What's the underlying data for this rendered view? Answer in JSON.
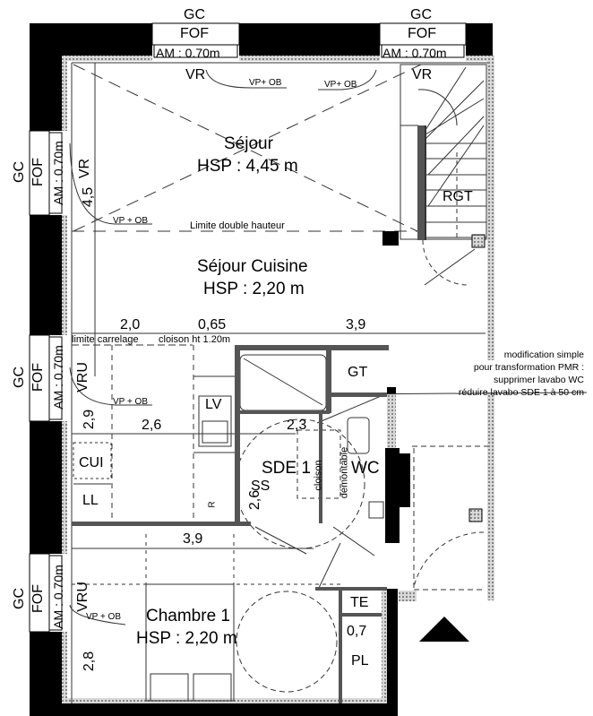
{
  "plan": {
    "colors": {
      "wall": "#000000",
      "insulation": "#9a9a9a",
      "line": "#333333",
      "background": "#ffffff"
    },
    "windows": [
      {
        "id": "top-left",
        "labels": [
          "GC",
          "FOF",
          "AM : 0.70m",
          "VR"
        ]
      },
      {
        "id": "top-right",
        "labels": [
          "GC",
          "FOF",
          "AM : 0.70m",
          "VR"
        ]
      },
      {
        "id": "left-sejour",
        "labels": [
          "GC",
          "FOF",
          "AM : 0.70m",
          "VR"
        ]
      },
      {
        "id": "left-cuisine",
        "labels": [
          "GC",
          "FOF",
          "AM : 0.70m",
          "VRU"
        ]
      },
      {
        "id": "left-chambre",
        "labels": [
          "GC",
          "FOF",
          "AM : 0.70m",
          "VRU"
        ]
      }
    ],
    "window_labels": {
      "gc": "GC",
      "fof": "FOF",
      "am": "AM : 0.70m",
      "vr": "VR",
      "vru": "VRU",
      "vp_ob": "VP+ OB",
      "vp_ob_spaced": "VP + OB"
    },
    "rooms": {
      "sejour": {
        "name": "Séjour",
        "hsp": "HSP : 4,45 m"
      },
      "sejour_cuisine": {
        "name": "Séjour Cuisine",
        "hsp": "HSP : 2,20 m"
      },
      "chambre": {
        "name": "Chambre 1",
        "hsp": "HSP : 2,20 m"
      },
      "sde": {
        "name": "SDE 1"
      },
      "wc": {
        "name": "WC"
      },
      "gt": {
        "name": "GT"
      },
      "rgt": {
        "name": "RGT"
      },
      "cui": {
        "name": "CUI"
      },
      "ll": {
        "name": "LL"
      },
      "lv": {
        "name": "LV"
      },
      "te": {
        "name": "TE"
      },
      "pl": {
        "name": "PL"
      },
      "ss": {
        "name": "SS"
      },
      "r": {
        "name": "R"
      }
    },
    "annotations": {
      "limite_double_hauteur": "Limite double hauteur",
      "limite_carrelage": "limite carrelage",
      "cloison_ht": "cloison ht 1.20m",
      "cloison_demontable_1": "cloison",
      "cloison_demontable_2": "démontable",
      "pmr_note": [
        "modification simple",
        "pour transformation PMR :",
        "supprimer lavabo WC",
        "réduire lavabo SDE 1 à 50 cm"
      ]
    },
    "dimensions": {
      "sejour_depth": "4,5",
      "width_a": "2,0",
      "width_b": "0,65",
      "width_c": "3,9",
      "cuisine_depth": "2,9",
      "cuisine_width": "2,6",
      "sde_width": "2,3",
      "sde_depth": "2,6",
      "chambre_width": "3,9",
      "chambre_depth": "2,8",
      "pl_depth": "0,7"
    },
    "north_arrow": "triangle-icon"
  }
}
